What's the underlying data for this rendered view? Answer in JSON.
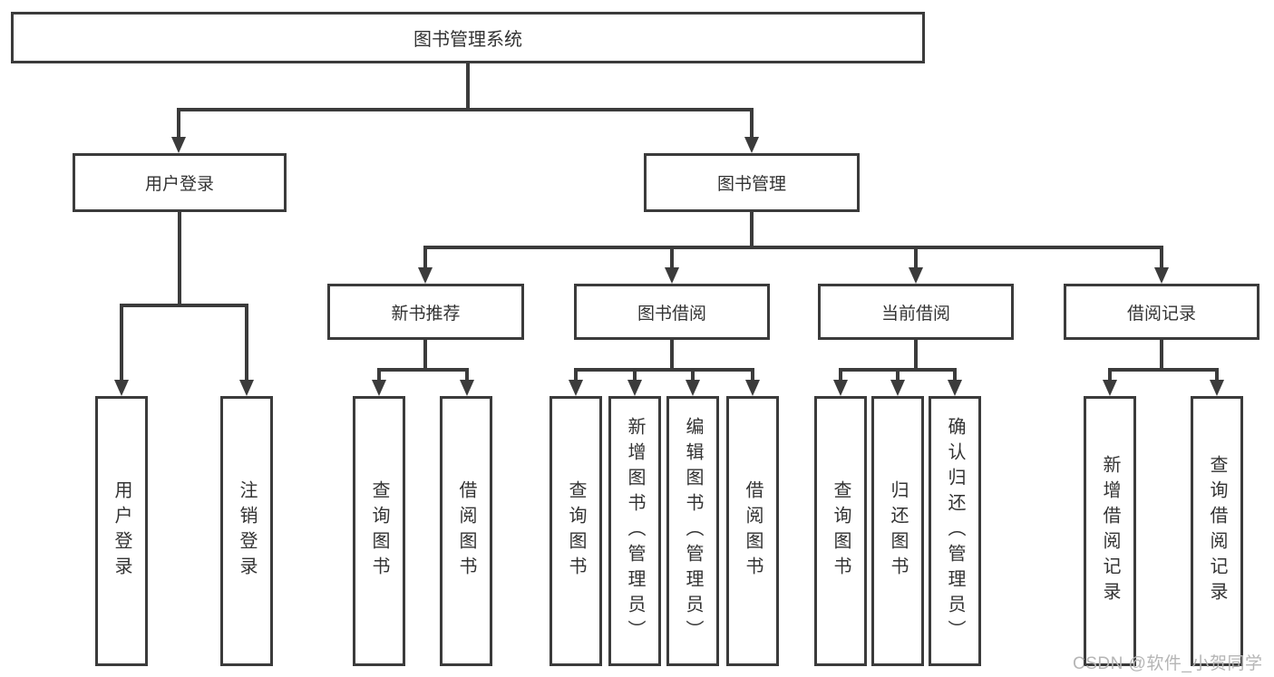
{
  "tree": {
    "label": "图书管理系统",
    "children": [
      {
        "label": "用户登录",
        "children": [
          {
            "label": "用户登录"
          },
          {
            "label": "注销登录"
          }
        ]
      },
      {
        "label": "图书管理",
        "children": [
          {
            "label": "新书推荐",
            "children": [
              {
                "label": "查询图书"
              },
              {
                "label": "借阅图书"
              }
            ]
          },
          {
            "label": "图书借阅",
            "children": [
              {
                "label": "查询图书"
              },
              {
                "label": "新增图书（管理员）"
              },
              {
                "label": "编辑图书（管理员）"
              },
              {
                "label": "借阅图书"
              }
            ]
          },
          {
            "label": "当前借阅",
            "children": [
              {
                "label": "查询图书"
              },
              {
                "label": "归还图书"
              },
              {
                "label": "确认归还（管理员）"
              }
            ]
          },
          {
            "label": "借阅记录",
            "children": [
              {
                "label": "新增借阅记录"
              },
              {
                "label": "查询借阅记录"
              }
            ]
          }
        ]
      }
    ]
  },
  "watermark": {
    "text": "CSDN @软件_小贺同学"
  },
  "colors": {
    "line": "#3b3b3b",
    "text": "#333333",
    "watermark": "#b5b5b5",
    "background": "#ffffff"
  }
}
